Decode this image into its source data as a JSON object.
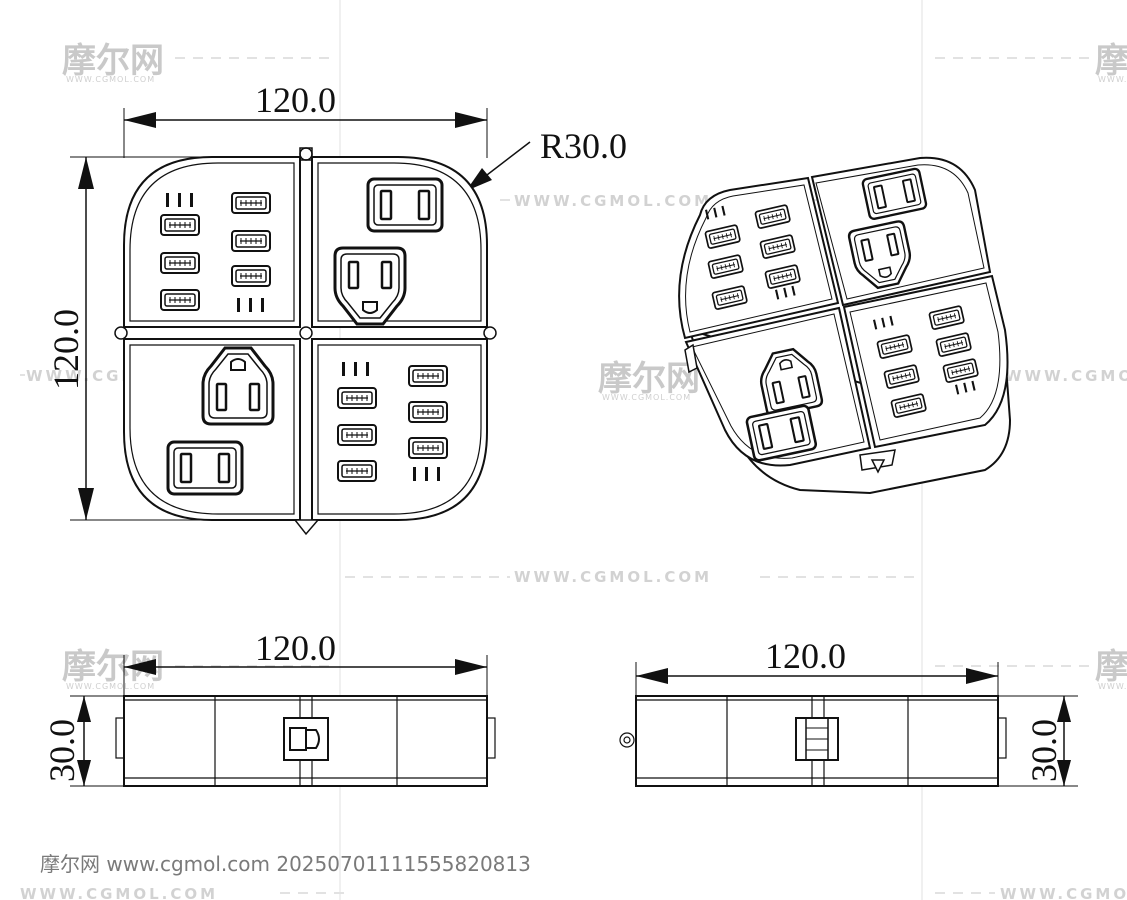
{
  "dimensions": {
    "top_view_width": "120.0",
    "top_view_height": "120.0",
    "corner_radius": "R30.0",
    "front_view_width": "120.0",
    "front_view_height": "30.0",
    "side_view_width": "120.0",
    "side_view_height": "30.0"
  },
  "watermarks": {
    "logo_text": "摩尔网",
    "logo_subtext": "WWW.CGMOL.COM",
    "url_text": "WWW.CGMOL.COM"
  },
  "footer": {
    "text": "摩尔网 www.cgmol.com 20250701111555820813"
  },
  "colors": {
    "ink": "#111111",
    "watermark": "#c9c9c9",
    "footer": "#7a7a7a"
  }
}
